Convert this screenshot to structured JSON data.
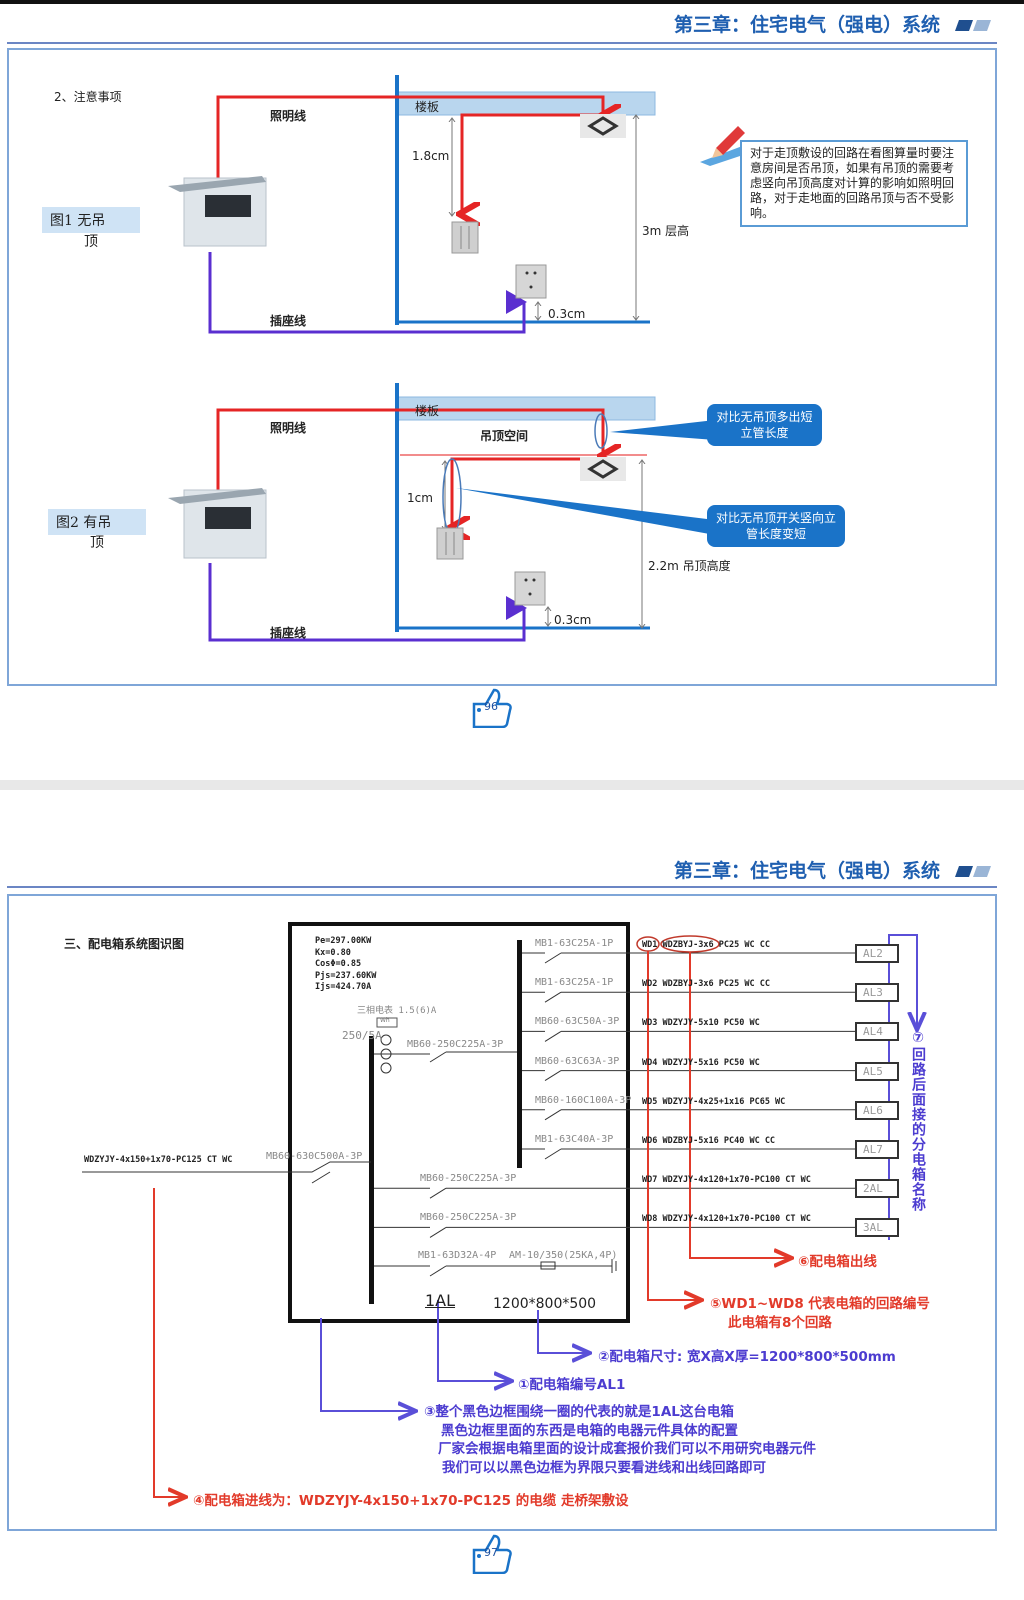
{
  "pages": [
    {
      "header_title": "第三章：住宅电气（强电）系统",
      "page_number": "96",
      "section_title": "2、注意事项",
      "fig1": {
        "label": "图1   无吊",
        "label_wrap": "顶",
        "lighting_line": "照明线",
        "socket_line": "插座线",
        "slab": "楼板",
        "switch_height": "1.8cm",
        "floor_height": "3m 层高",
        "socket_height": "0.3cm"
      },
      "note": "对于走顶敷设的回路在看图算量时要注意房间是否吊顶，如果有吊顶的需要考虑竖向吊顶高度对计算的影响如照明回路，对于走地面的回路吊顶与否不受影响。",
      "fig2": {
        "label": "图2   有吊",
        "label_wrap": "顶",
        "lighting_line": "照明线",
        "socket_line": "插座线",
        "slab": "楼板",
        "ceiling_space": "吊顶空间",
        "switch_height": "1cm",
        "ceiling_height": "2.2m 吊顶高度",
        "socket_height": "0.3cm",
        "callout1": "对比无吊顶多出短立管长度",
        "callout2": "对比无吊顶开关竖向立管长度变短"
      }
    },
    {
      "header_title": "第三章：住宅电气（强电）系统",
      "page_number": "97",
      "section_title": "三、配电箱系统图识图",
      "params": [
        "Pe=297.00KW",
        "Kx=0.80",
        "CosΦ=0.85",
        "Pjs=237.60KW",
        "Ijs=424.70A"
      ],
      "meter": "三相电表 1.5(6)A",
      "meter_box": "Wh",
      "ct": "250/5A",
      "main_breaker": "MB60-250C225A-3P",
      "incoming_breaker": "MB60-630C500A-3P",
      "incoming_cable": "WDZYJY-4x150+1x70-PC125   CT WC",
      "box_id": "1AL",
      "box_size": "1200*800*500",
      "spd_breaker": "MB1-63D32A-4P",
      "spd": "AM-10/350(25KA,4P)",
      "circuits": [
        {
          "breaker": "MB1-63C25A-1P",
          "cable": "WD1 WDZBYJ-3x6    PC25   WC CC",
          "target": "AL2"
        },
        {
          "breaker": "MB1-63C25A-1P",
          "cable": "WD2 WDZBYJ-3x6    PC25   WC CC",
          "target": "AL3"
        },
        {
          "breaker": "MB60-63C50A-3P",
          "cable": "WD3 WDZYJY-5x10  PC50   WC",
          "target": "AL4"
        },
        {
          "breaker": "MB60-63C63A-3P",
          "cable": "WD4 WDZYJY-5x16  PC50   WC",
          "target": "AL5"
        },
        {
          "breaker": "MB60-160C100A-3P",
          "cable": "WD5 WDZYJY-4x25+1x16   PC65   WC",
          "target": "AL6"
        },
        {
          "breaker": "MB1-63C40A-3P",
          "cable": "WD6 WDZBYJ-5x16   PC40   WC CC",
          "target": "AL7"
        },
        {
          "breaker": "MB60-250C225A-3P",
          "cable": "WD7 WDZYJY-4x120+1x70-PC100  CT WC",
          "target": "2AL"
        },
        {
          "breaker": "MB60-250C225A-3P",
          "cable": "WD8 WDZYJY-4x120+1x70-PC100  CT WC",
          "target": "3AL"
        }
      ],
      "annotations": {
        "a1": "①配电箱编号AL1",
        "a2": "②配电箱尺寸: 宽X高X厚=1200*800*500mm",
        "a3": [
          "③整个黑色边框围绕一圈的代表的就是1AL这台电箱",
          "黑色边框里面的东西是电箱的电器元件具体的配置",
          "厂家会根据电箱里面的设计成套报价我们可以不用研究电器元件",
          "我们可以以黑色边框为界限只要看进线和出线回路即可"
        ],
        "a4": "④配电箱进线为：WDZYJY-4x150+1x70-PC125 的电缆 走桥架敷设",
        "a5": [
          "⑤WD1~WD8 代表电箱的回路编号",
          "此电箱有8个回路"
        ],
        "a6": "⑥配电箱出线",
        "a7": "⑦回路后面接的分电箱名称"
      },
      "colors": {
        "red": "#e23a2a",
        "purple": "#4c3cd0",
        "blue": "#1f5fb0"
      }
    }
  ]
}
